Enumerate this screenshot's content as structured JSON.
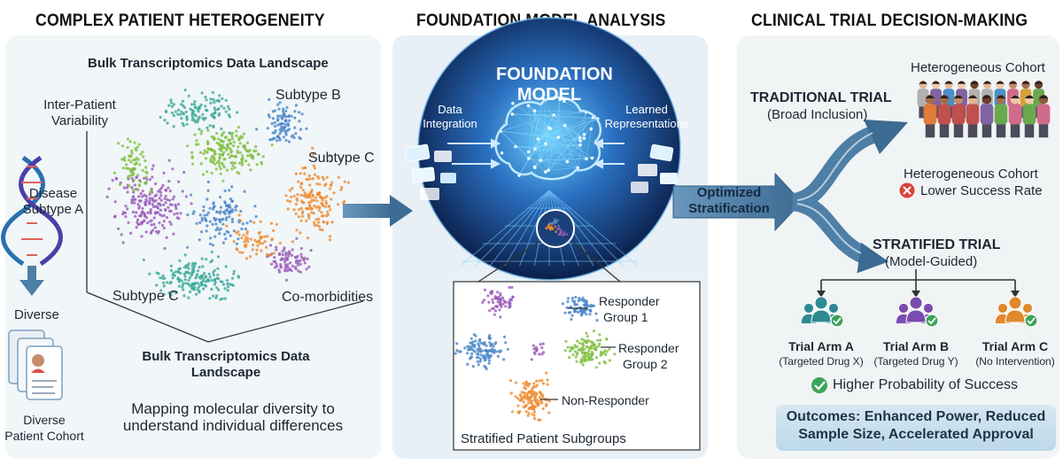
{
  "headings": {
    "left": "COMPLEX PATIENT HETEROGENEITY",
    "middle": "FOUNDATION MODEL ANALYSIS",
    "right": "CLINICAL TRIAL DECISION-MAKING"
  },
  "left_panel": {
    "top_title": "Bulk Transcriptomics Data Landscape",
    "inter_patient": [
      "Inter-Patient",
      "Variability"
    ],
    "subtype_b": "Subtype B",
    "subtype_c_right": "Subtype C",
    "disease_subtype_a": [
      "Disease",
      "Subtype A"
    ],
    "subtype_c_bottom": "Subtype C",
    "comorbidities": "Co-morbidities",
    "diverse": "Diverse",
    "bottom_title": [
      "Bulk Transcriptomics Data",
      "Landscape"
    ],
    "caption": [
      "Mapping molecular diversity to",
      "understand individual differences"
    ],
    "cohort": [
      "Diverse",
      "Patient Cohort"
    ]
  },
  "middle_panel": {
    "model_title": [
      "FOUNDATION",
      "MODEL"
    ],
    "data_integration": [
      "Data",
      "Integration"
    ],
    "learned_repr": [
      "Learned",
      "Representations"
    ],
    "responder_1": [
      "Responder",
      "Group 1"
    ],
    "responder_2": [
      "Responder",
      "Group 2"
    ],
    "non_responder": "Non-Responder",
    "subgroups_caption": "Stratified Patient Subgroups"
  },
  "flow": {
    "optimized": [
      "Optimized",
      "Stratification"
    ]
  },
  "right_panel": {
    "hetero_top": "Heterogeneous Cohort",
    "traditional": "TRADITIONAL TRIAL",
    "broad": "(Broad Inclusion)",
    "hetero_bottom": "Heterogeneous Cohort",
    "lower_success": "Lower Success Rate",
    "stratified": "STRATIFIED TRIAL",
    "model_guided": "(Model-Guided)",
    "arms": [
      {
        "name": "Trial Arm A",
        "detail": "(Targeted Drug X)",
        "color": "#2e8a92"
      },
      {
        "name": "Trial Arm B",
        "detail": "(Targeted Drug Y)",
        "color": "#7a4bb0"
      },
      {
        "name": "Trial Arm C",
        "detail": "(No Intervention)",
        "color": "#e0882b"
      }
    ],
    "higher_prob": "Higher Probability of Success",
    "outcomes": [
      "Outcomes: Enhanced Power, Reduced",
      "Sample Size, Accelerated Approval"
    ]
  },
  "colors": {
    "cluster_green": "#7fbf3f",
    "cluster_purple": "#9a5ab8",
    "cluster_orange": "#ef8a2e",
    "cluster_teal": "#38a99a",
    "cluster_blue": "#4a86c8",
    "arrow_blue": "#4e7fa6",
    "success_green": "#3aa55a",
    "fail_red": "#d9433b"
  }
}
